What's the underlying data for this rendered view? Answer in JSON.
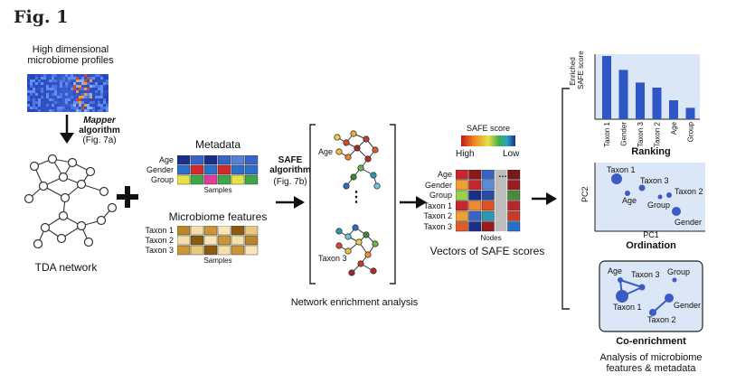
{
  "figure_label": "Fig. 1",
  "input": {
    "title_line1": "High dimensional",
    "title_line2": "microbiome profiles",
    "mapper_bold": "Mapper",
    "mapper_rest": "algorithm",
    "mapper_ref": "(Fig. 7a)",
    "network_label": "TDA network"
  },
  "metadata": {
    "title": "Metadata",
    "rows": [
      "Age",
      "Gender",
      "Group"
    ],
    "xlabel": "Samples",
    "colors": {
      "row0": [
        "#1b2f86",
        "#3a63c8",
        "#1b2f86",
        "#3a63c8",
        "#5a80d6",
        "#3a63c8"
      ],
      "row1": [
        "#2a6fc9",
        "#d32b2b",
        "#2a6fc9",
        "#d32b2b",
        "#2a6fc9",
        "#2a6fc9"
      ],
      "row2": [
        "#e8e04a",
        "#3fa64a",
        "#e23ca0",
        "#3fa64a",
        "#e8e04a",
        "#3fa64a"
      ]
    }
  },
  "features": {
    "title": "Microbiome features",
    "rows": [
      "Taxon 1",
      "Taxon 2",
      "Taxon 3"
    ],
    "xlabel": "Samples",
    "colors": {
      "row0": [
        "#b8862b",
        "#f4deaa",
        "#c9973a",
        "#f7e6b8",
        "#8a5c12",
        "#e9c980"
      ],
      "row1": [
        "#f4deaa",
        "#8a5c12",
        "#f7e6b8",
        "#c9973a",
        "#f4deaa",
        "#b8862b"
      ],
      "row2": [
        "#c9973a",
        "#e9c980",
        "#8a5c12",
        "#f4deaa",
        "#c9973a",
        "#f7e6b8"
      ]
    }
  },
  "safe": {
    "title_line1": "SAFE",
    "title_line2": "algorithm",
    "ref": "(Fig. 7b)",
    "network_top_label": "Age",
    "network_bottom_label": "Taxon 3",
    "ellipsis": "⋮",
    "caption": "Network enrichment analysis"
  },
  "scores": {
    "legend_title": "SAFE score",
    "legend_high": "High",
    "legend_low": "Low",
    "rows": [
      "Age",
      "Gender",
      "Group",
      "Taxon 1",
      "Taxon 2",
      "Taxon 3"
    ],
    "nodes_label": "Nodes",
    "dots": "…",
    "caption": "Vectors of SAFE scores",
    "colors": {
      "row0": [
        "#c8262a",
        "#8a1a1a",
        "#3a63c8",
        "#7a1818"
      ],
      "row1": [
        "#f0a030",
        "#c8262a",
        "#5a8ad8",
        "#9a1c1c"
      ],
      "row2": [
        "#9ad04a",
        "#1b2f86",
        "#2a4aa8",
        "#4a8a3a"
      ],
      "row3": [
        "#c8262a",
        "#f08a30",
        "#e05020",
        "#b82828"
      ],
      "row4": [
        "#f0a030",
        "#3a63c8",
        "#2a9ab0",
        "#c83a2a"
      ],
      "row5": [
        "#e05a2a",
        "#1b2f86",
        "#9a1c1c",
        "#2a6fc9"
      ]
    }
  },
  "ranking": {
    "ylabel_line1": "Enriched",
    "ylabel_line2": "SAFE score",
    "categories": [
      "Taxon 1",
      "Gender",
      "Taxon 3",
      "Taxon 2",
      "Age",
      "Group"
    ],
    "values": [
      1.0,
      0.78,
      0.58,
      0.5,
      0.3,
      0.18
    ],
    "caption": "Ranking"
  },
  "ordination": {
    "xlabel": "PC1",
    "ylabel": "PC2",
    "points": [
      "Taxon 1",
      "Taxon 3",
      "Age",
      "Group",
      "Taxon 2",
      "Gender"
    ],
    "caption": "Ordination"
  },
  "coenrichment": {
    "labels": [
      "Age",
      "Taxon 3",
      "Group",
      "Taxon 1",
      "Gender",
      "Taxon 2"
    ],
    "caption": "Co-enrichment"
  },
  "footer": {
    "line1": "Analysis of microbiome",
    "line2": "features & metadata"
  },
  "colors": {
    "panel_bg": "#dbe6f6",
    "bar": "#2f56c6",
    "node": "#3a5cc4"
  }
}
